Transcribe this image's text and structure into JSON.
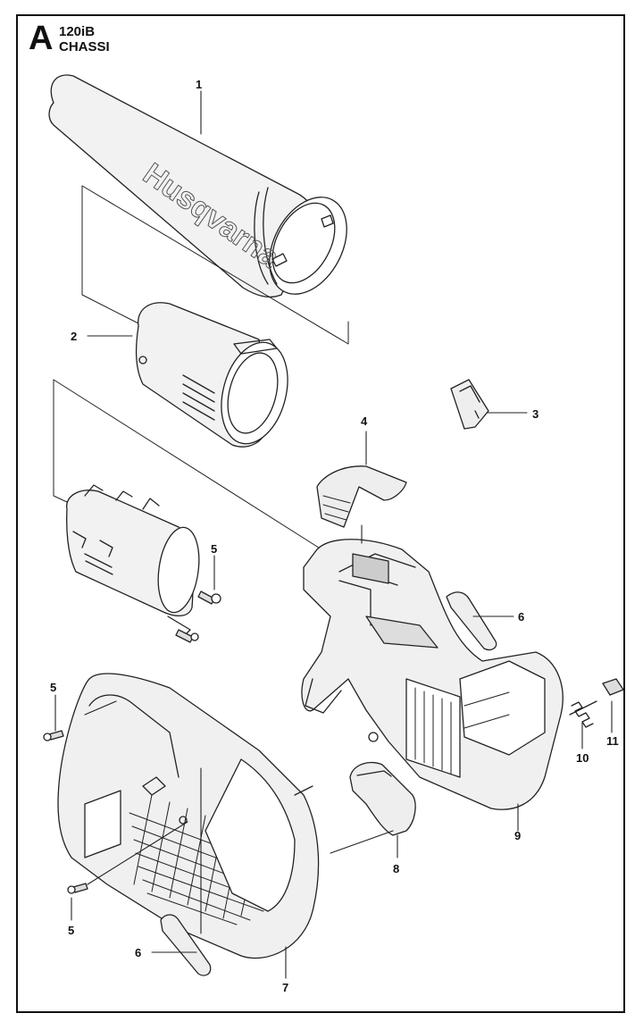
{
  "header": {
    "letter": "A",
    "model": "120iB",
    "section": "CHASSI"
  },
  "tube_brand_text": "Husqvarna",
  "callouts": [
    "1",
    "2",
    "3",
    "4",
    "5",
    "5",
    "5",
    "6",
    "6",
    "7",
    "8",
    "9",
    "10",
    "11"
  ]
}
